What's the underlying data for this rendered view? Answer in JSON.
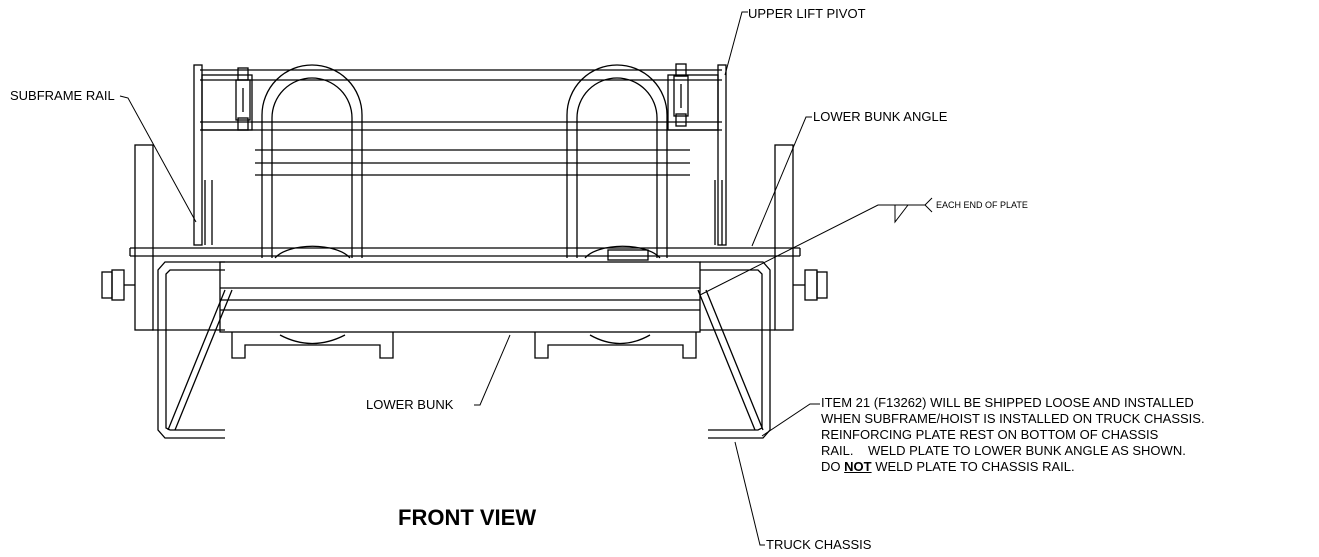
{
  "labels": {
    "upper_lift_pivot": "UPPER LIFT PIVOT",
    "subframe_rail": "SUBFRAME RAIL",
    "lower_bunk_angle": "LOWER BUNK ANGLE",
    "weld_note": "EACH END OF PLATE",
    "lower_bunk": "LOWER BUNK",
    "truck_chassis": "TRUCK CHASSIS"
  },
  "note": {
    "line1": "ITEM 21 (F13262) WILL BE SHIPPED LOOSE AND INSTALLED",
    "line2": "WHEN SUBFRAME/HOIST IS INSTALLED ON TRUCK CHASSIS.",
    "line3": "REINFORCING PLATE REST ON BOTTOM OF CHASSIS",
    "line4": "RAIL.    WELD PLATE TO LOWER BUNK ANGLE AS SHOWN.",
    "line5_pre": "DO ",
    "line5_emph": "NOT",
    "line5_post": " WELD PLATE TO CHASSIS RAIL."
  },
  "view_title": "FRONT VIEW",
  "colors": {
    "line": "#000000",
    "background": "#ffffff"
  }
}
